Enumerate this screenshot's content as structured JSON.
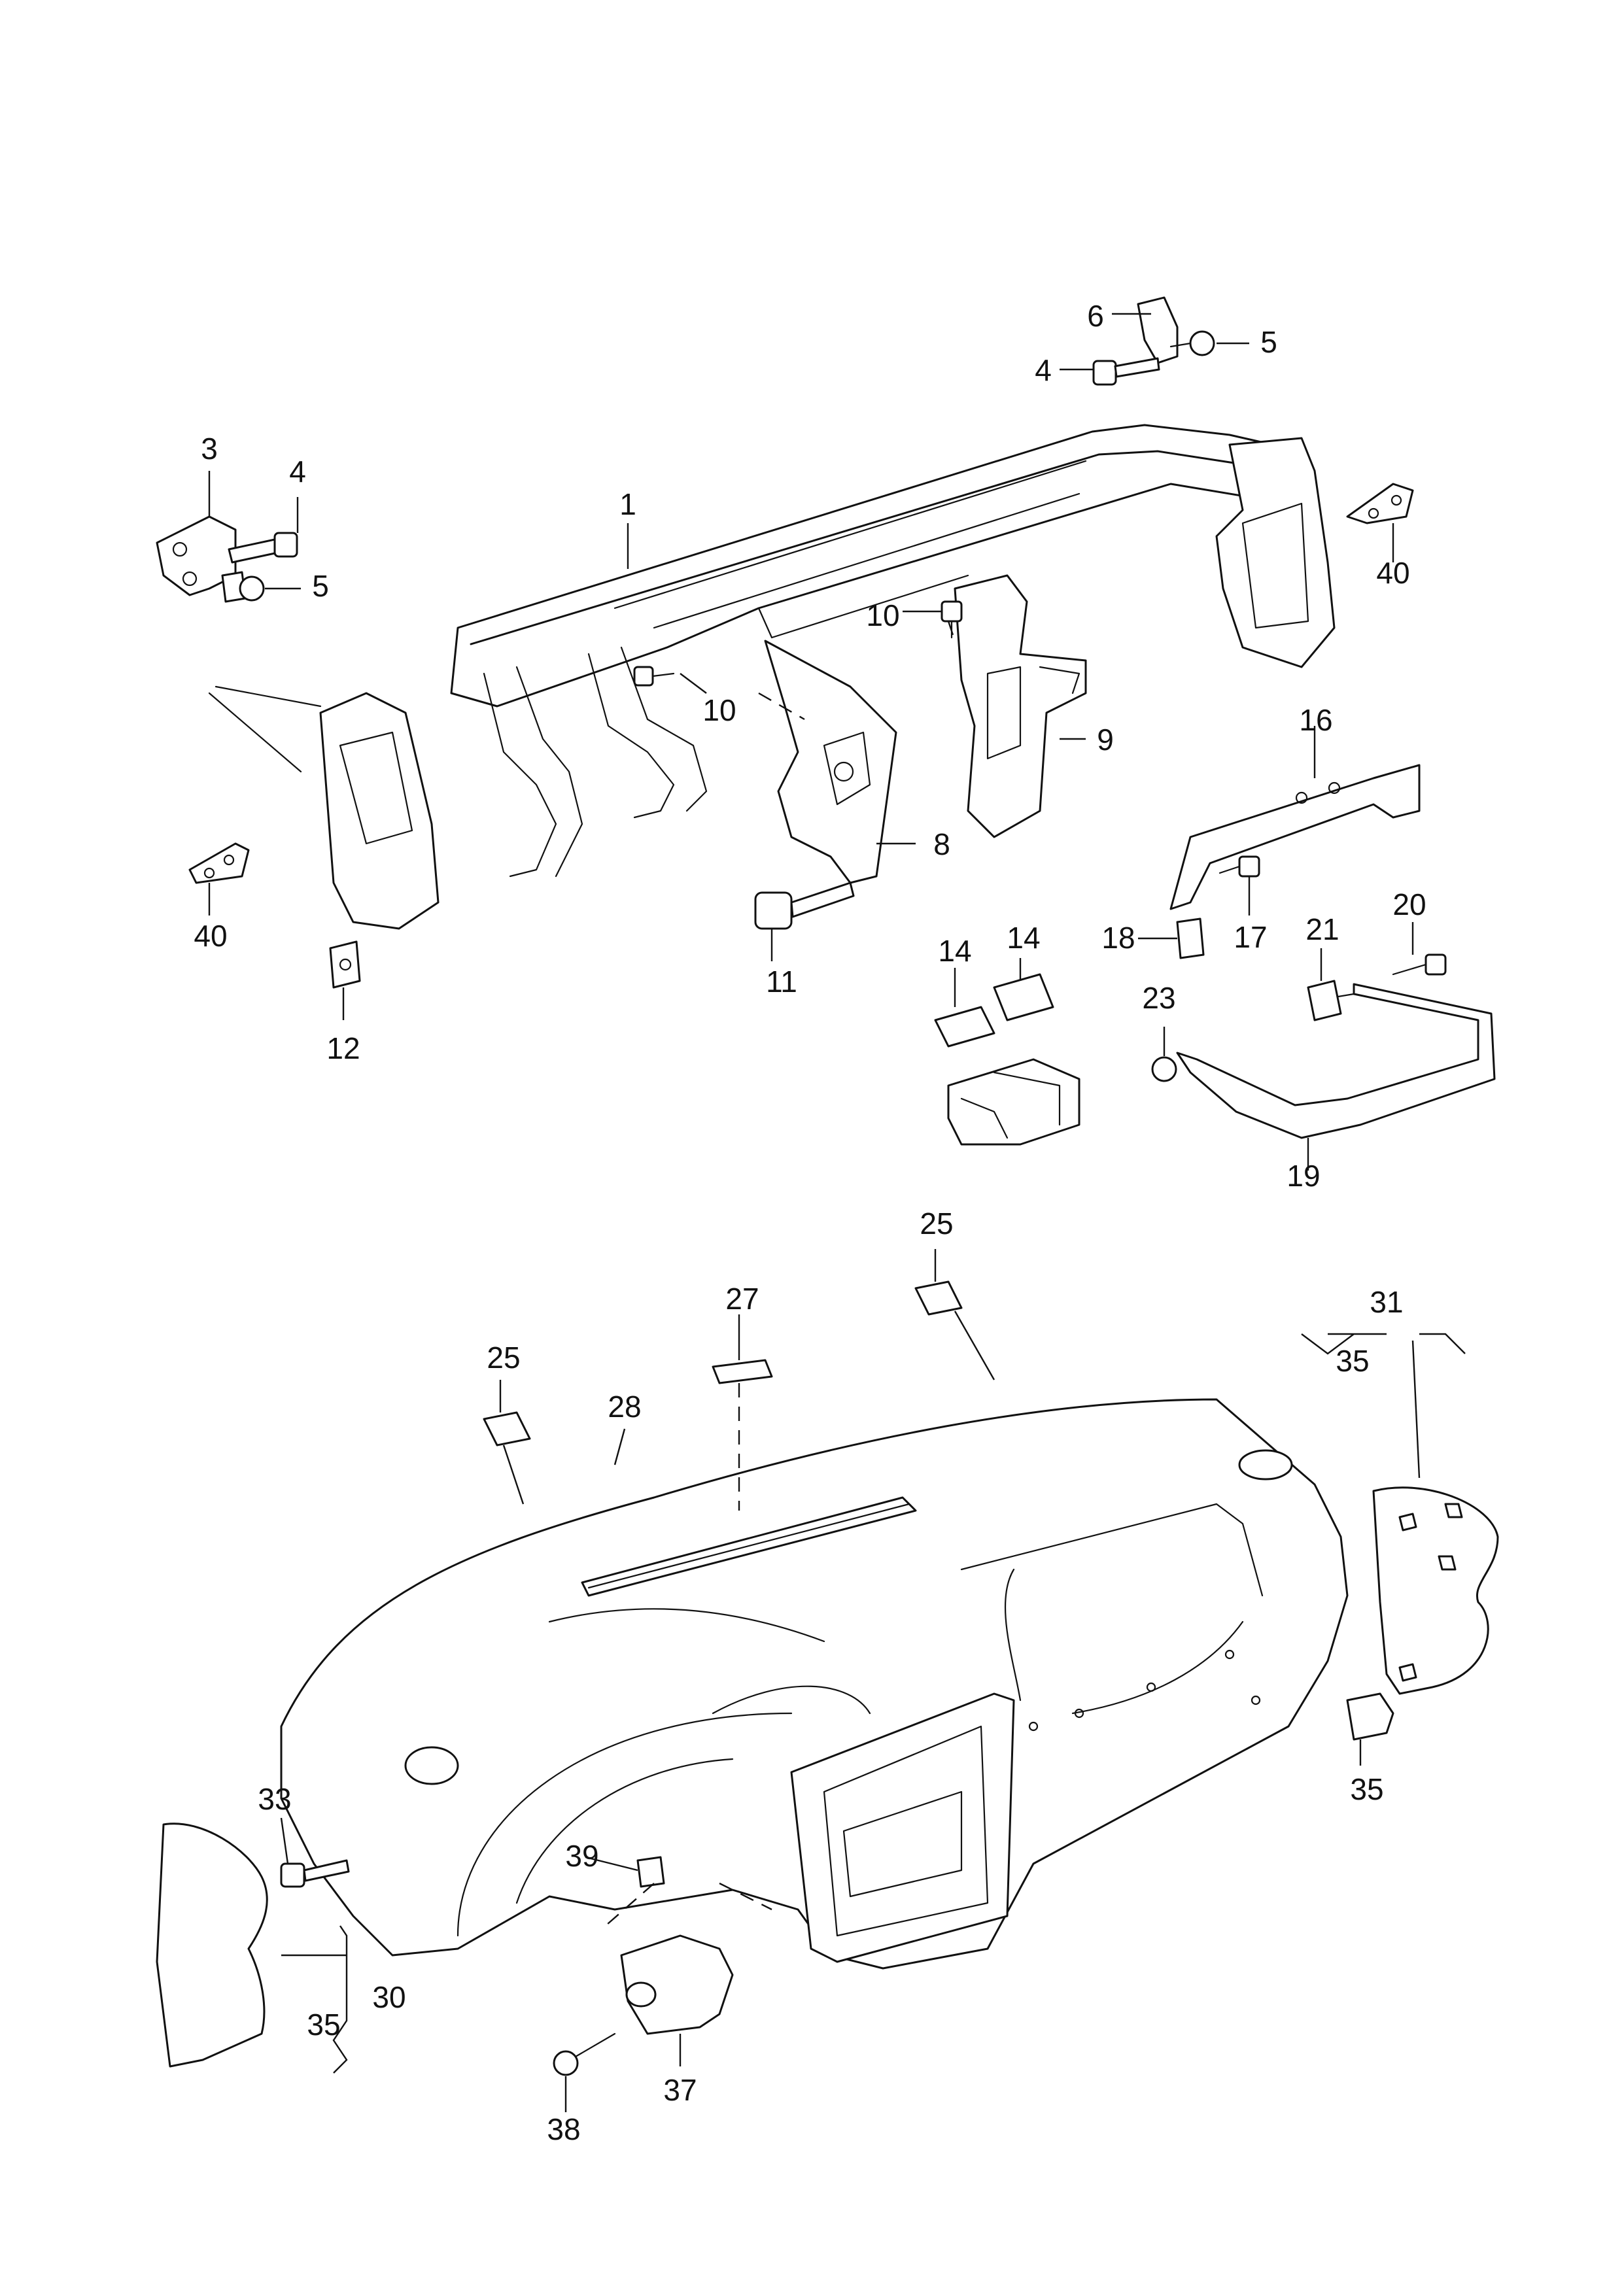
{
  "callouts": {
    "c1": "1",
    "c3": "3",
    "c4a": "4",
    "c4b": "4",
    "c5a": "5",
    "c5b": "5",
    "c6": "6",
    "c8": "8",
    "c9": "9",
    "c10a": "10",
    "c10b": "10",
    "c11": "11",
    "c12": "12",
    "c14a": "14",
    "c14b": "14",
    "c16": "16",
    "c17": "17",
    "c18": "18",
    "c19": "19",
    "c20": "20",
    "c21": "21",
    "c23": "23",
    "c25a": "25",
    "c25b": "25",
    "c27": "27",
    "c28": "28",
    "c30": "30",
    "c31": "31",
    "c33": "33",
    "c35a": "35",
    "c35b": "35",
    "c35c": "35",
    "c37": "37",
    "c38": "38",
    "c39": "39",
    "c40a": "40",
    "c40b": "40"
  }
}
